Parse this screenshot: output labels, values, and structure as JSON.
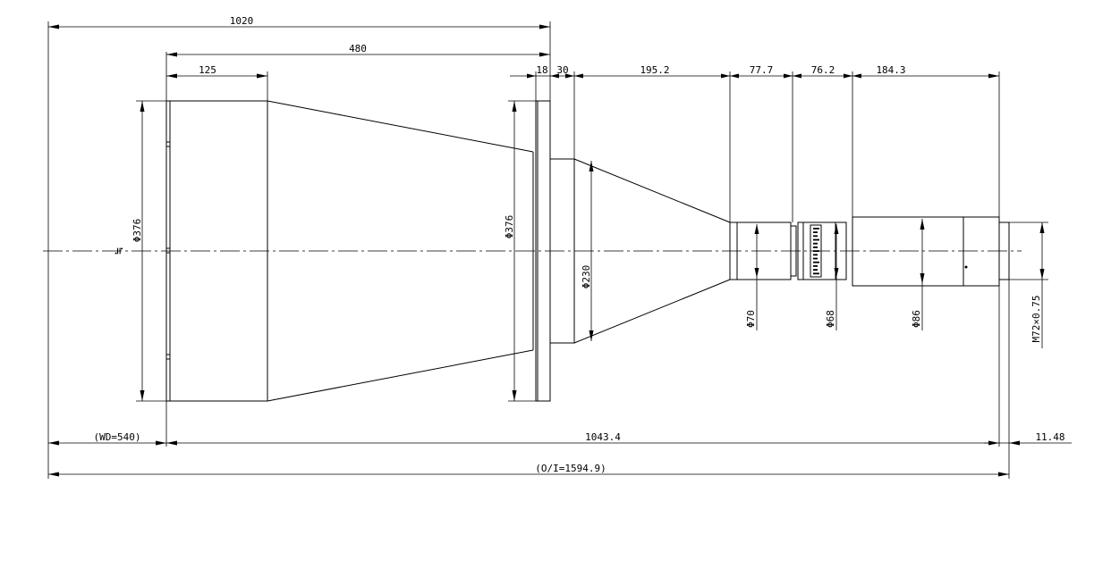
{
  "drawing": {
    "dimensions": {
      "total_length_top": "1020",
      "front_section": "480",
      "hood_length": "125",
      "flange_thickness": "18",
      "spacer": "30",
      "cone_length": "195.2",
      "barrel_1": "77.7",
      "barrel_2": "76.2",
      "rear_body": "184.3",
      "working_distance": "(WD=540)",
      "lens_length": "1043.4",
      "flange_back": "11.48",
      "object_to_image": "(O/I=1594.9)"
    },
    "diameters": {
      "front_hood": "Φ376",
      "flange": "Φ376",
      "spacer": "Φ230",
      "barrel_1": "Φ70",
      "barrel_2": "Φ68",
      "rear_body": "Φ86",
      "mount_thread": "M72×0.75"
    },
    "symbols": {
      "optical_axis": "≒"
    }
  }
}
